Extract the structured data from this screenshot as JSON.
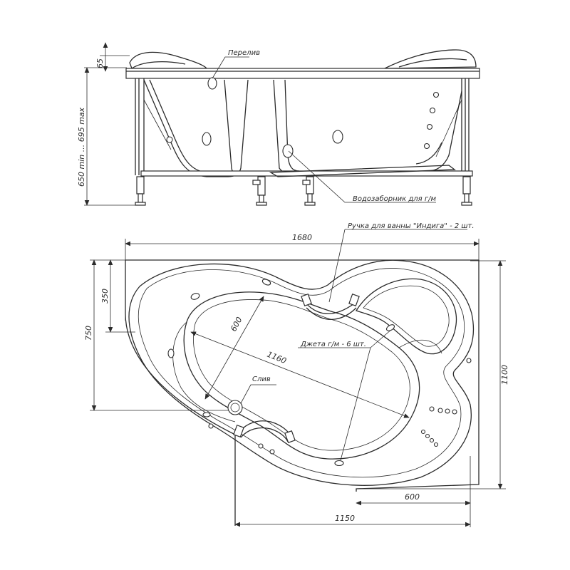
{
  "labels": {
    "overflow": "Перелив",
    "water_intake": "Водозаборник для г/м",
    "handle": "Ручка для ванны \"Индига\" - 2 шт.",
    "jets": "Джета г/м - 6 шт.",
    "drain": "Слив"
  },
  "dimensions": {
    "rim_height": "65",
    "total_height": "650 min ... 695 max",
    "length": "1680",
    "width": "1100",
    "short_side": "750",
    "offset": "350",
    "inner_length": "1160",
    "inner_width": "600",
    "bottom_length": "1150",
    "bottom_offset": "600"
  },
  "colors": {
    "line": "#2b2b2b",
    "background": "#ffffff"
  }
}
